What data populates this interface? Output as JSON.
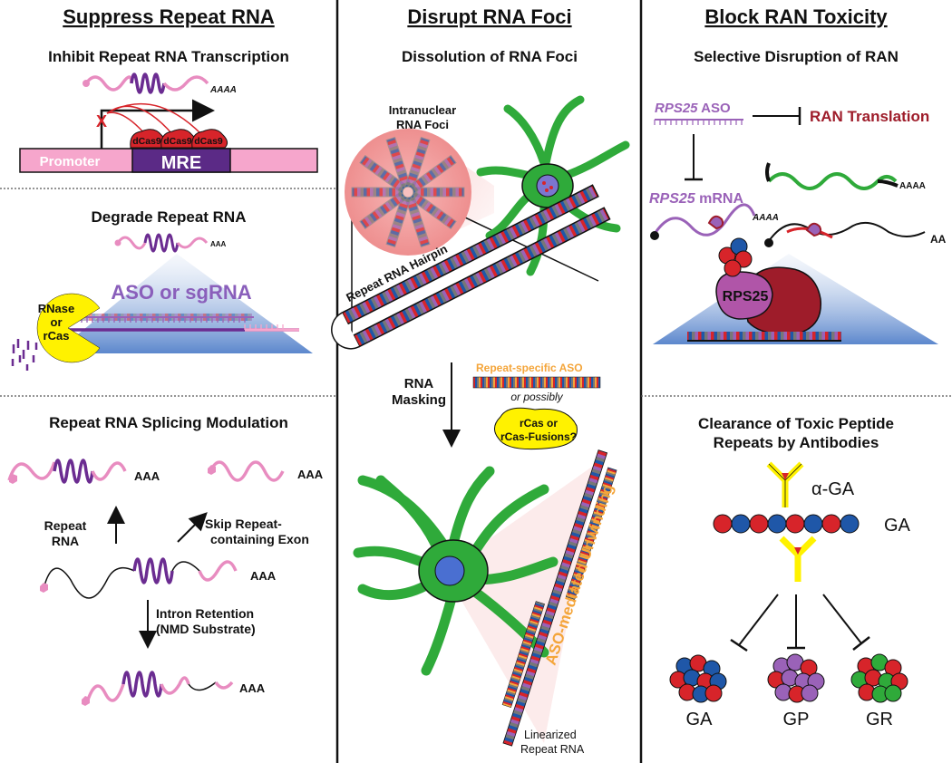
{
  "columns": {
    "col1": {
      "header": "Suppress Repeat RNA",
      "inhibit": {
        "title": "Inhibit Repeat RNA Transcription",
        "polya": "AAAA",
        "promoter": "Promoter",
        "mre": "MRE",
        "dcas": "dCas9",
        "block_mark": "X"
      },
      "degrade": {
        "title": "Degrade Repeat RNA",
        "polya": "AAA",
        "aso": "ASO or sgRNA",
        "rnase_line1": "RNase",
        "rnase_line2": "or",
        "rnase_line3": "rCas"
      },
      "splice": {
        "title": "Repeat RNA Splicing Modulation",
        "polya": "AAA",
        "repeat_line1": "Repeat",
        "repeat_line2": "RNA",
        "skip_line1": "Skip Repeat-",
        "skip_line2": "containing Exon",
        "intron_line1": "Intron Retention",
        "intron_line2": "(NMD Substrate)"
      }
    },
    "col2": {
      "header": "Disrupt RNA Foci",
      "title": "Dissolution of RNA Foci",
      "foci_line1": "Intranuclear",
      "foci_line2": "RNA Foci",
      "hairpin": "Repeat RNA Hairpin",
      "masking_line1": "RNA",
      "masking_line2": "Masking",
      "aso": "Repeat-specific ASO",
      "or_possibly": "or possibly",
      "rcas_line1": "rCas or",
      "rcas_line2": "rCas-Fusions?",
      "unwinding": "ASO-mediated Unwinding",
      "linear_line1": "Linearized",
      "linear_line2": "Repeat RNA"
    },
    "col3": {
      "header": "Block RAN Toxicity",
      "ran": {
        "title": "Selective Disruption of RAN",
        "aso_gene": "RPS25",
        "aso_suffix": " ASO",
        "ran_translation": "RAN Translation",
        "mrna_gene": "RPS25",
        "mrna_suffix": " mRNA",
        "polya4": "AAAA",
        "polya2": "AA",
        "ribosome": "RPS25"
      },
      "antibody": {
        "title_line1": "Clearance of Toxic Peptide",
        "title_line2": "Repeats by Antibodies",
        "antibody_label": "α-GA",
        "peptide_label": "GA",
        "aggregates": [
          "GA",
          "GP",
          "GR"
        ]
      }
    }
  },
  "colors": {
    "purple": "#6b2c91",
    "pink": "#e88cc0",
    "red": "#d7242a",
    "green": "#2faa3a",
    "blue": "#1f57a8",
    "orange": "#f4a53a",
    "yellow": "#fff200",
    "dark_red": "#9e1c2a"
  }
}
